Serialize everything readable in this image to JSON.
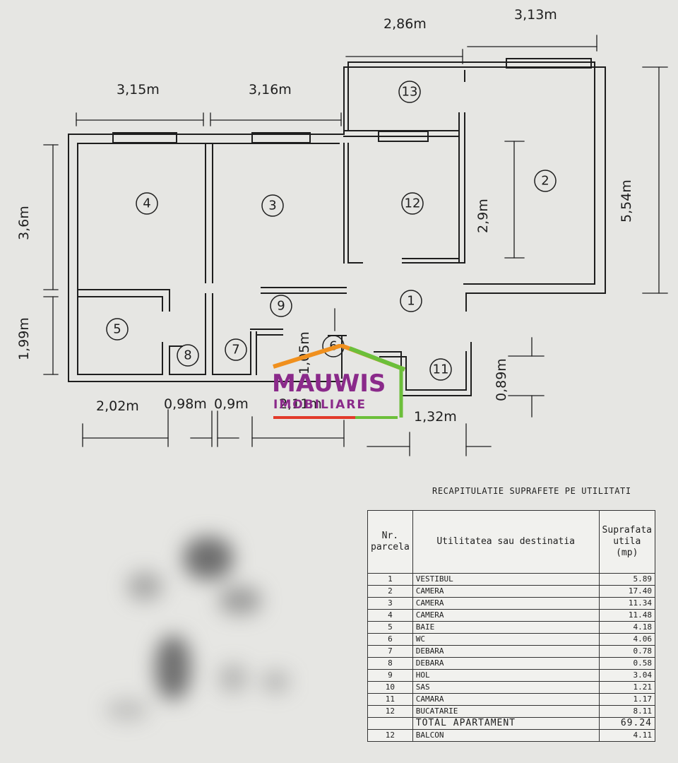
{
  "dimensions": {
    "d_286": "2,86m",
    "d_313": "3,13m",
    "d_315": "3,15m",
    "d_316": "3,16m",
    "d_36": "3,6m",
    "d_199": "1,99m",
    "d_29": "2,9m",
    "d_554": "5,54m",
    "d_105": "1,05m",
    "d_089": "0,89m",
    "d_202": "2,02m",
    "d_098": "0,98m",
    "d_09": "0,9m",
    "d_211": "2,11m",
    "d_132": "1,32m"
  },
  "rooms": [
    "1",
    "2",
    "3",
    "4",
    "5",
    "6",
    "7",
    "8",
    "9",
    "11",
    "12",
    "13"
  ],
  "logo": {
    "name": "MAUWIS",
    "sub": "IMOBILIARE"
  },
  "recap": {
    "title": "RECAPITULATIE SUPRAFETE PE UTILITATI",
    "header": {
      "nr": "Nr. parcela",
      "utilitatea": "Utilitatea sau destinatia",
      "suprafata": "Suprafata utila (mp)"
    },
    "rows": [
      {
        "nr": "1",
        "name": "VESTIBUL",
        "area": "5.89"
      },
      {
        "nr": "2",
        "name": "CAMERA",
        "area": "17.40"
      },
      {
        "nr": "3",
        "name": "CAMERA",
        "area": "11.34"
      },
      {
        "nr": "4",
        "name": "CAMERA",
        "area": "11.48"
      },
      {
        "nr": "5",
        "name": "BAIE",
        "area": "4.18"
      },
      {
        "nr": "6",
        "name": "WC",
        "area": "4.06"
      },
      {
        "nr": "7",
        "name": "DEBARA",
        "area": "0.78"
      },
      {
        "nr": "8",
        "name": "DEBARA",
        "area": "0.58"
      },
      {
        "nr": "9",
        "name": "HOL",
        "area": "3.04"
      },
      {
        "nr": "10",
        "name": "SAS",
        "area": "1.21"
      },
      {
        "nr": "11",
        "name": "CAMARA",
        "area": "1.17"
      },
      {
        "nr": "12",
        "name": "BUCATARIE",
        "area": "8.11"
      }
    ],
    "total": {
      "label": "TOTAL APARTAMENT",
      "area": "69.24"
    },
    "extra": {
      "nr": "12",
      "name": "BALCON",
      "area": "4.11"
    }
  },
  "colors": {
    "ink": "#1e1e1e",
    "paper": "#e6e6e3",
    "logo_purple": "#8a2a8a",
    "logo_green": "#6cbf3a",
    "logo_orange": "#f0901e",
    "logo_red": "#e23a2a"
  }
}
